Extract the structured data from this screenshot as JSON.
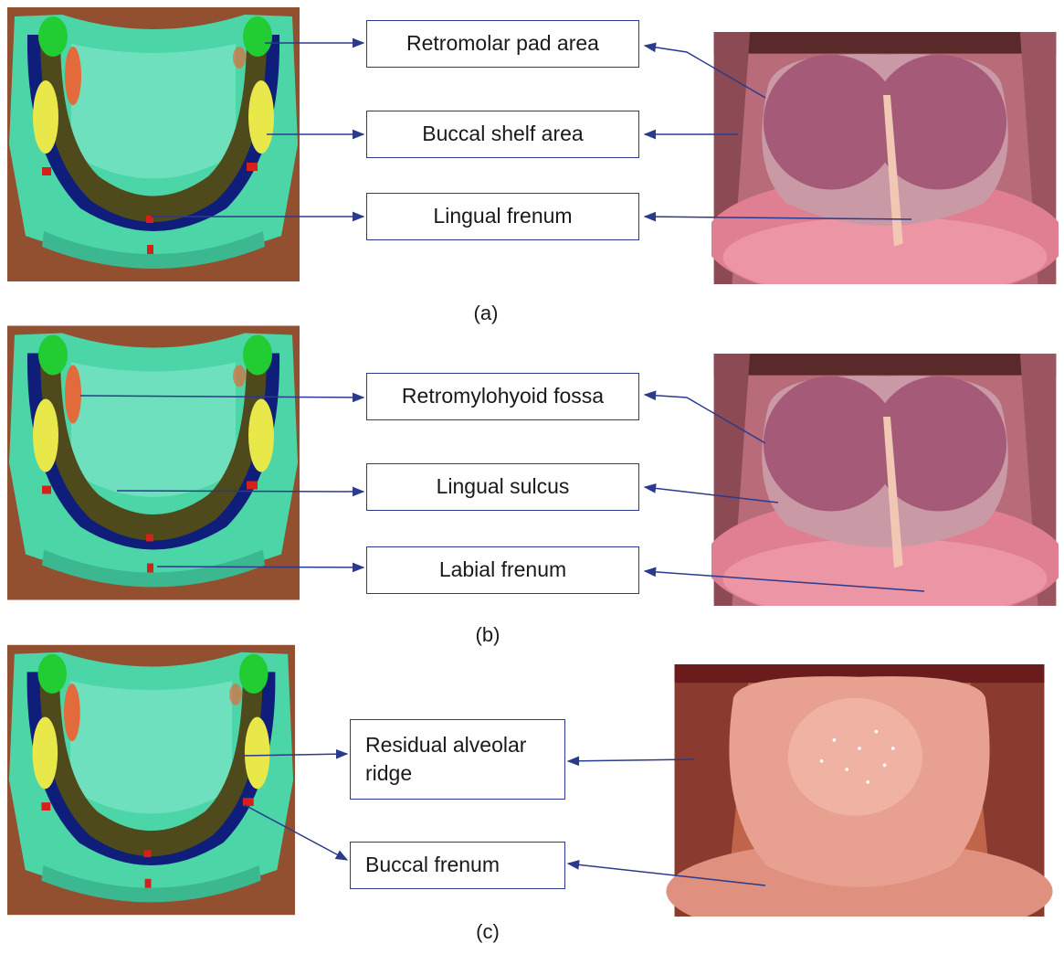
{
  "colors": {
    "arrow": "#2b3a8c",
    "model_base": "#4cd6a8",
    "model_background": "#8b4a2c",
    "tissue_pink": "#d98aa0"
  },
  "panels": [
    {
      "caption": "(a)",
      "labels": [
        "Retromolar pad area",
        "Buccal shelf area",
        "Lingual frenum"
      ]
    },
    {
      "caption": "(b)",
      "labels": [
        "Retromylohyoid fossa",
        "Lingual sulcus",
        "Labial frenum"
      ]
    },
    {
      "caption": "(c)",
      "labels": [
        "Residual alveolar ridge",
        "Buccal frenum"
      ]
    }
  ]
}
